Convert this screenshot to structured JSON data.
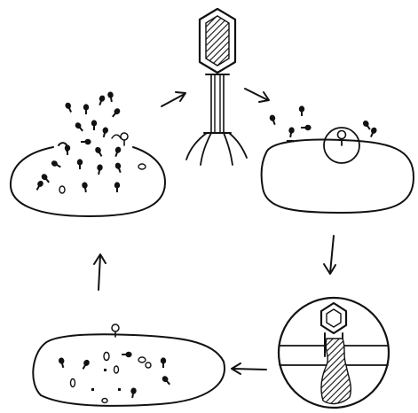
{
  "diagram": {
    "kind": "bacteriophage lytic cycle sketch",
    "ink_color": "#111111",
    "background": "#ffffff",
    "hatch_color": "#111111",
    "stages": [
      {
        "id": "phage",
        "name": "free-phage"
      },
      {
        "id": "attach",
        "name": "attachment-to-cell"
      },
      {
        "id": "inject",
        "name": "dna-injection-closeup"
      },
      {
        "id": "replicate",
        "name": "replication-in-cell"
      },
      {
        "id": "lysis",
        "name": "lysis-release"
      }
    ],
    "arrows": [
      {
        "from": "lysis",
        "to": "phage",
        "direction": "up-right"
      },
      {
        "from": "phage",
        "to": "attach",
        "direction": "down-right"
      },
      {
        "from": "attach",
        "to": "inject",
        "direction": "down"
      },
      {
        "from": "inject",
        "to": "replicate",
        "direction": "left"
      },
      {
        "from": "replicate",
        "to": "lysis",
        "direction": "up"
      }
    ]
  }
}
